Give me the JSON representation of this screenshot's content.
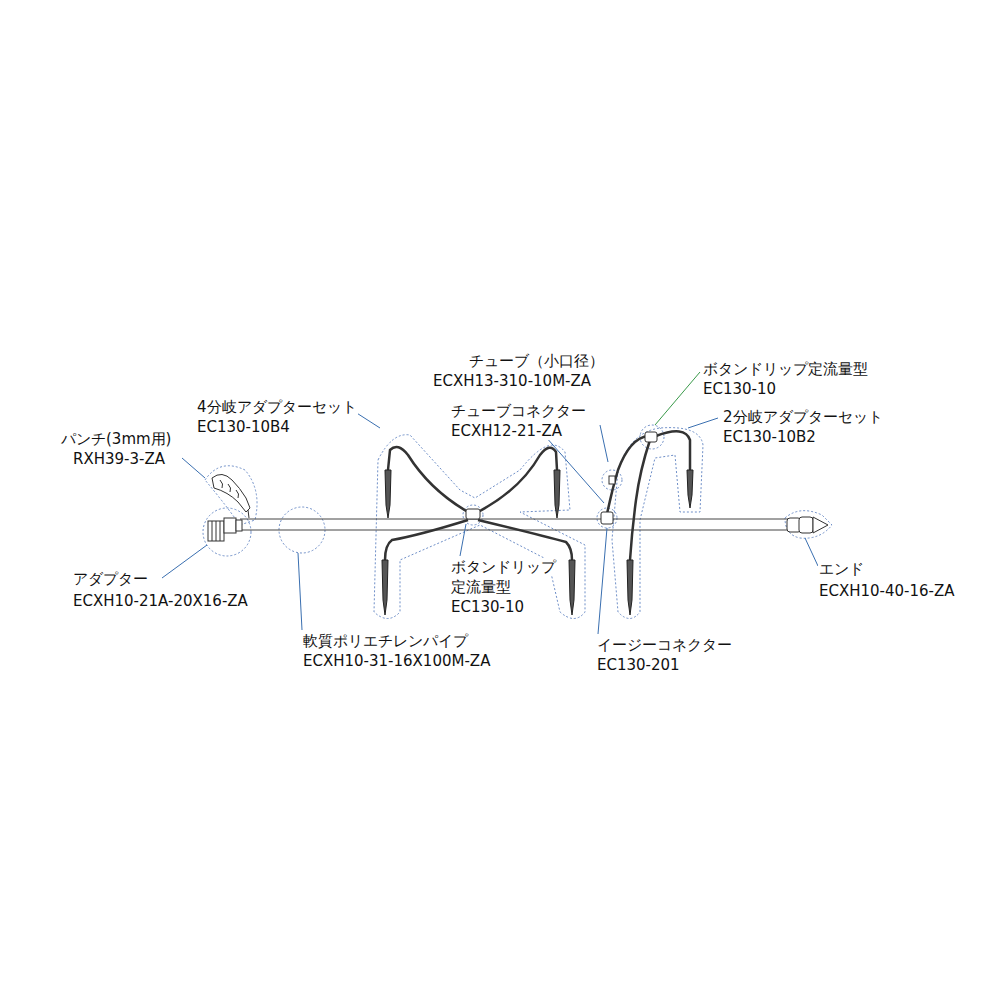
{
  "diagram": {
    "labels": [
      "チューブ（小口径）",
      "ECXH13-310-10M-ZA",
      "ボタンドリップ定流量型",
      "EC130-10",
      "4分岐アダプターセット",
      "EC130-10B4",
      "チューブコネクター",
      "ECXH12-21-ZA",
      "2分岐アダプターセット",
      "EC130-10B2",
      "パンチ(3mm用)",
      "RXH39-3-ZA",
      "アダプター",
      "ECXH10-21A-20X16-ZA",
      "ボタンドリップ",
      "定流量型",
      "EC130-10",
      "エンド",
      "ECXH10-40-16-ZA",
      "軟質ポリエチレンパイプ",
      "ECXH10-31-16X100M-ZA",
      "イージーコネクター",
      "EC130-201"
    ]
  }
}
